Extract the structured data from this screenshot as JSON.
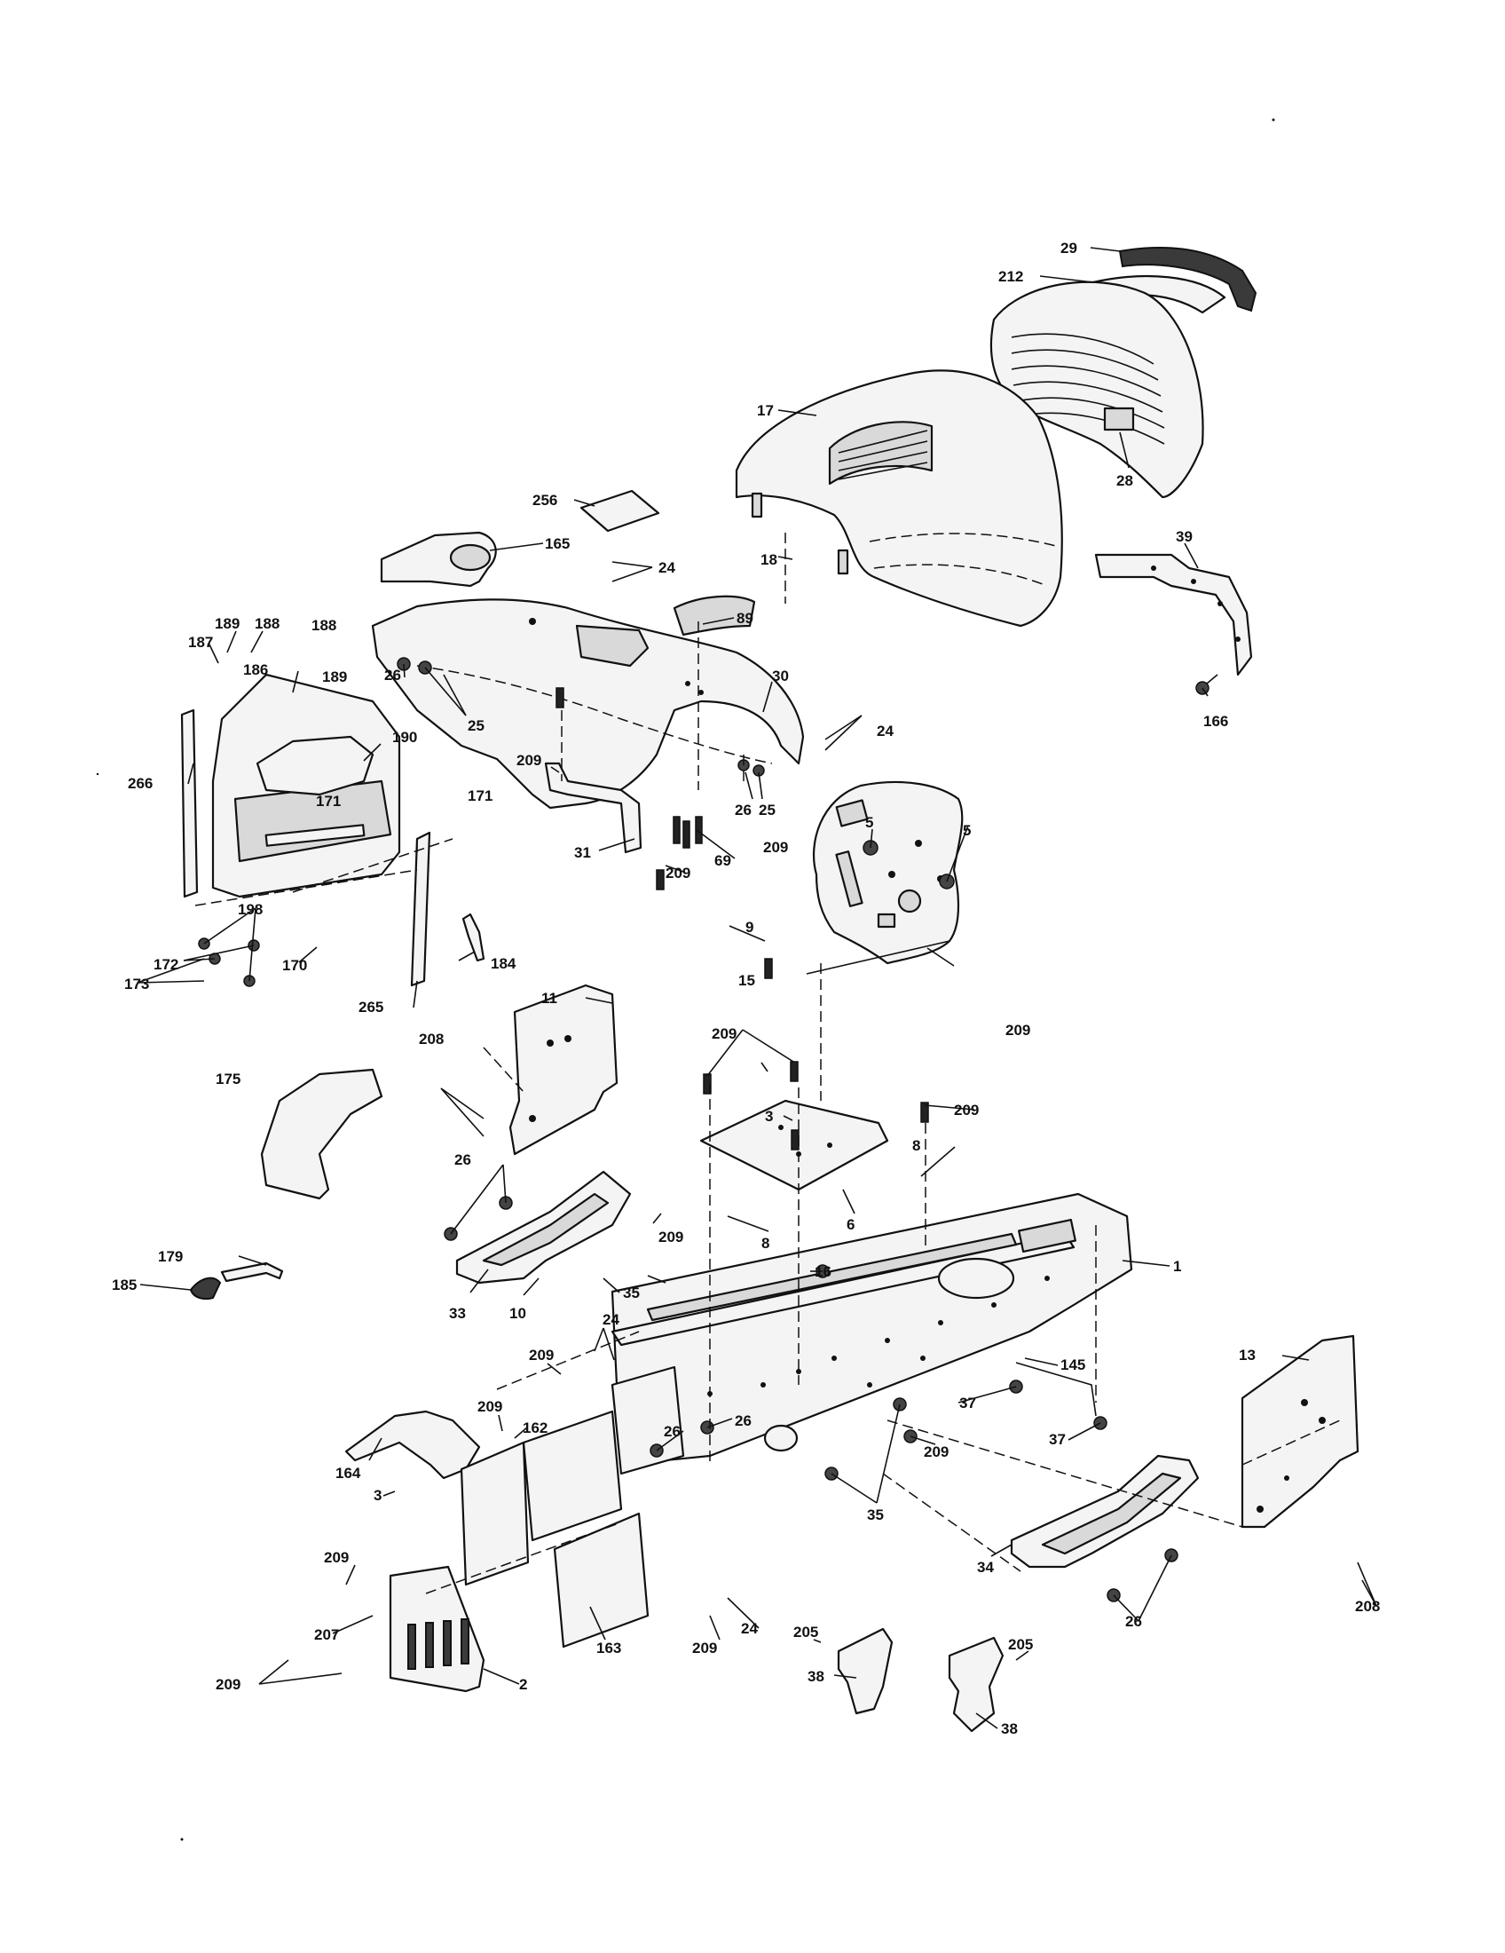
{
  "callouts": [
    "29",
    "212",
    "17",
    "28",
    "256",
    "165",
    "24",
    "39",
    "18",
    "89",
    "189",
    "188",
    "187",
    "186",
    "188",
    "189",
    "26",
    "25",
    "30",
    "24",
    "166",
    "190",
    "266",
    "171",
    "171",
    "209",
    "26",
    "25",
    "69",
    "5",
    "5",
    "209",
    "198",
    "172",
    "173",
    "170",
    "265",
    "184",
    "31",
    "209",
    "9",
    "11",
    "15",
    "209",
    "208",
    "209",
    "209",
    "175",
    "3",
    "8",
    "26",
    "6",
    "209",
    "8",
    "16",
    "179",
    "1",
    "185",
    "35",
    "33",
    "10",
    "24",
    "209",
    "13",
    "209",
    "145",
    "26",
    "162",
    "26",
    "37",
    "209",
    "37",
    "164",
    "3",
    "35",
    "34",
    "209",
    "26",
    "207",
    "208",
    "205",
    "205",
    "38",
    "163",
    "209",
    "24",
    "38",
    "209",
    "2"
  ]
}
